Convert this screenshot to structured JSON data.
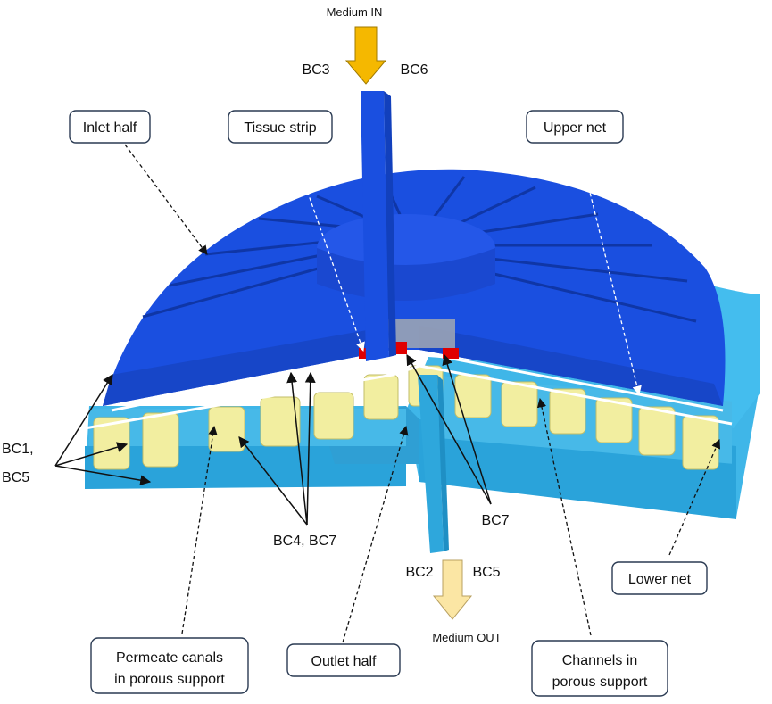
{
  "flow": {
    "inlet": "Medium IN",
    "outlet": "Medium OUT"
  },
  "boundary_conditions": {
    "inlet_left": "BC3",
    "inlet_right": "BC6",
    "walls_line1": "BC1,",
    "walls_line2": "BC5",
    "nets": "BC4, BC7",
    "tissue_edges": "BC7",
    "outlet_left": "BC2",
    "outlet_right": "BC5"
  },
  "callouts": {
    "inlet_half": "Inlet half",
    "tissue_strip": "Tissue strip",
    "upper_net": "Upper net",
    "lower_net": "Lower net",
    "permeate_canals": [
      "Permeate canals",
      "in porous support"
    ],
    "outlet_half": "Outlet half",
    "channels": [
      "Channels in",
      "porous support"
    ]
  },
  "colors": {
    "inlet_half_blue": "#1a4fe0",
    "outlet_half_light_blue": "#3fb6e8",
    "porous_support_yellow": "#f2eea0",
    "tissue_red": "#e00000",
    "inflow_arrow_orange": "#f5b800",
    "outflow_arrow_cream": "#fbe6a4",
    "net_white": "#ffffff"
  }
}
